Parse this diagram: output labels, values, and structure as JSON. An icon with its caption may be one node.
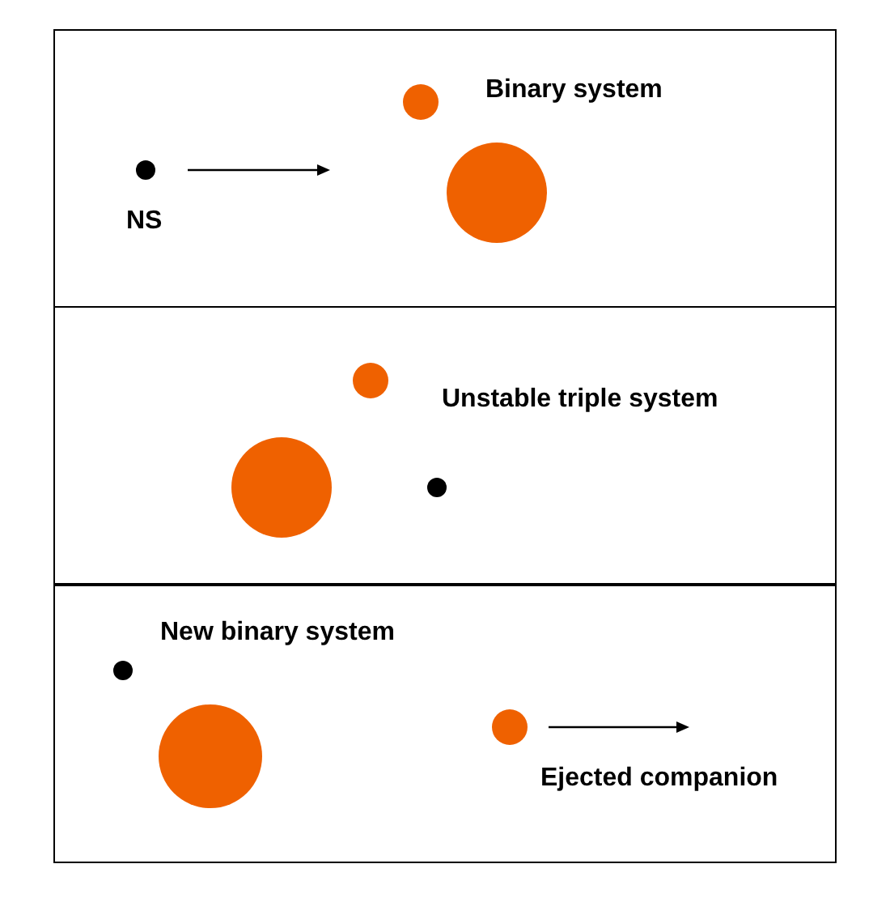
{
  "diagram": {
    "nodes": [
      {
        "text": [
          "Binary system",
          "NS"
        ]
      },
      {
        "text": [
          "Unstable triple system"
        ]
      },
      {
        "text": [
          "New binary system",
          "Ejected companion"
        ]
      }
    ]
  }
}
